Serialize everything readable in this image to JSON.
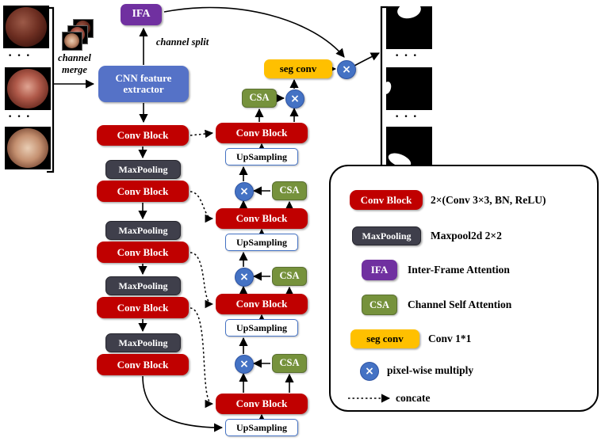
{
  "labels": {
    "ifa": "IFA",
    "channel_split": "channel split",
    "channel_merge": "channel merge",
    "cnn_extractor": "CNN feature extractor",
    "conv_block": "Conv Block",
    "maxpooling": "MaxPooling",
    "upsampling": "UpSampling",
    "csa": "CSA",
    "seg_conv": "seg conv",
    "multiply": "×",
    "dots": "· · ·"
  },
  "legend": {
    "items": [
      {
        "label": "Conv Block",
        "desc": "2×(Conv 3×3, BN, ReLU)"
      },
      {
        "label": "MaxPooling",
        "desc": "Maxpool2d 2×2"
      },
      {
        "label": "IFA",
        "desc": "Inter-Frame Attention"
      },
      {
        "label": "CSA",
        "desc": "Channel Self Attention"
      },
      {
        "label": "seg conv",
        "desc": "Conv 1*1"
      },
      {
        "label": "×",
        "desc": "pixel-wise multiply"
      },
      {
        "label": "",
        "desc": "concate"
      }
    ]
  },
  "colors": {
    "conv_block": "#C00000",
    "maxpooling": "#3F3F4B",
    "ifa": "#7030A0",
    "csa": "#76923C",
    "seg_conv": "#FFC000",
    "multiply": "#4472C4",
    "cnn_extractor": "#5572C7",
    "upsampling_border": "#4472C4"
  }
}
